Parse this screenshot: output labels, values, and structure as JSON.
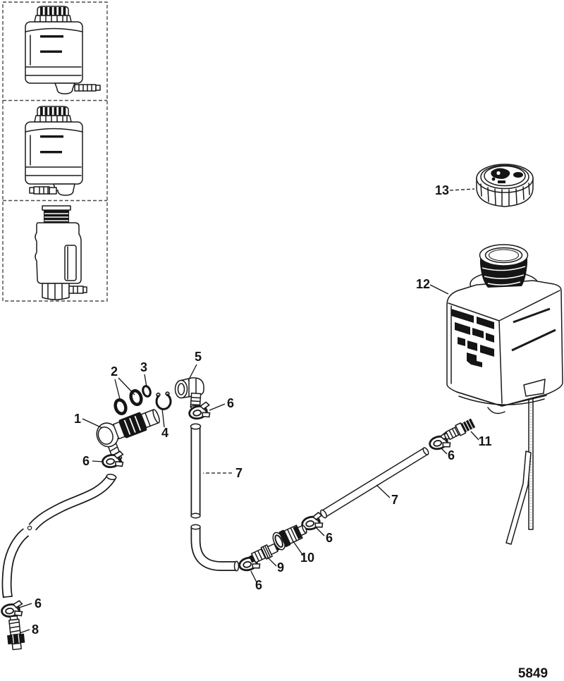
{
  "figure": {
    "number": "5849"
  },
  "callouts": {
    "p1": "1",
    "p2": "2",
    "p3": "3",
    "p4": "4",
    "p5": "5",
    "p6": "6",
    "p7": "7",
    "p8": "8",
    "p9": "9",
    "p10": "10",
    "p11": "11",
    "p12": "12",
    "p13": "13"
  },
  "colors": {
    "ink": "#1a1a1a",
    "paper": "#ffffff"
  }
}
